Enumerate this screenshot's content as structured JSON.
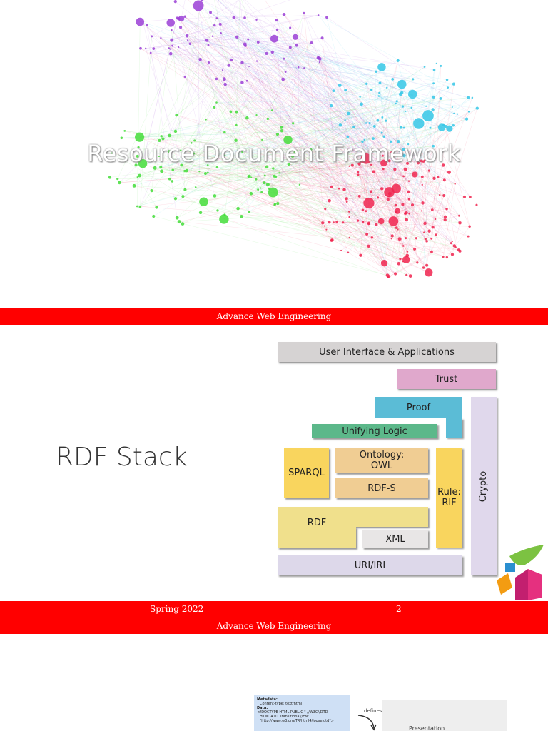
{
  "slide1": {
    "title": "Resource Document Framework",
    "footer": "Advance Web Engineering",
    "colors": {
      "purple": "#9b3fd6",
      "cyan": "#35c7e6",
      "green": "#44dd3a",
      "red": "#f0254f"
    }
  },
  "slide2": {
    "title": "RDF Stack",
    "layers": {
      "ui": "User Interface & Applications",
      "trust": "Trust",
      "proof": "Proof",
      "logic": "Unifying Logic",
      "ontology": "Ontology:\nOWL",
      "sparql": "SPARQL",
      "rdfs": "RDF-S",
      "rule": "Rule:\nRIF",
      "crypto": "Crypto",
      "rdf": "RDF",
      "xml": "XML",
      "uri": "URI/IRI"
    },
    "footer_left": "Spring 2022",
    "footer_page": "2",
    "footer_center": "Advance Web Engineering"
  },
  "slide3": {
    "meta_heading": "Metadata:",
    "meta_line": "Content-type: text/html",
    "data_heading": "Data:",
    "data_lines": [
      "<!DOCTYPE HTML PUBLIC \"-//W3C//DTD",
      "HTML 4.01 Transitional//EN\"",
      "\"http://www.w3.org/TR/html4/loose.dtd\">"
    ],
    "defines": "defines",
    "presentation": "Presentation"
  }
}
